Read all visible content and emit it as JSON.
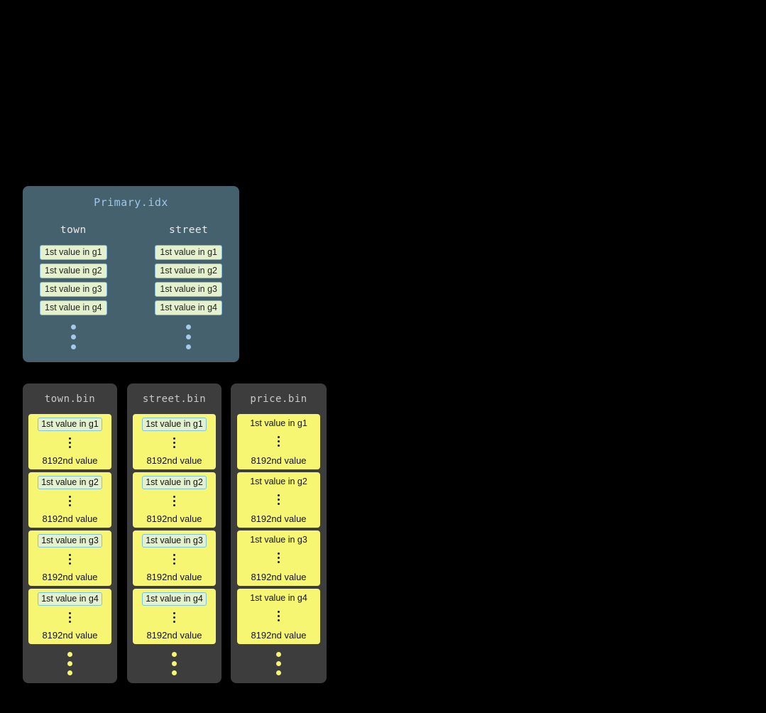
{
  "colors": {
    "background": "#000000",
    "primary_panel_bg": "#46616e",
    "primary_title": "#9dc6e8",
    "column_header": "#eaeaea",
    "value_box_bg": "#e4f1cd",
    "value_box_border": "#85b6d8",
    "primary_dots": "#a5c9e9",
    "bin_panel_bg": "#3d3d3d",
    "bin_title": "#c9c9c9",
    "granule_bg": "#f7f672",
    "granule_highlight_border": "#7ec2de",
    "granule_text": "#111111"
  },
  "primary": {
    "title": "Primary.idx",
    "columns": [
      {
        "name": "town",
        "values": [
          "1st value in g1",
          "1st value in g2",
          "1st value in g3",
          "1st value in g4"
        ]
      },
      {
        "name": "street",
        "values": [
          "1st value in g1",
          "1st value in g2",
          "1st value in g3",
          "1st value in g4"
        ]
      }
    ]
  },
  "bins": [
    {
      "title": "town.bin",
      "granules": [
        {
          "first": "1st value in g1",
          "last": "8192nd value"
        },
        {
          "first": "1st value in g2",
          "last": "8192nd value"
        },
        {
          "first": "1st value in g3",
          "last": "8192nd value"
        },
        {
          "first": "1st value in g4",
          "last": "8192nd value"
        }
      ]
    },
    {
      "title": "street.bin",
      "granules": [
        {
          "first": "1st value in g1",
          "last": "8192nd value"
        },
        {
          "first": "1st value in g2",
          "last": "8192nd value"
        },
        {
          "first": "1st value in g3",
          "last": "8192nd value"
        },
        {
          "first": "1st value in g4",
          "last": "8192nd value"
        }
      ]
    },
    {
      "title": "price.bin",
      "granules": [
        {
          "first": "1st value in g1",
          "last": "8192nd value"
        },
        {
          "first": "1st value in g2",
          "last": "8192nd value"
        },
        {
          "first": "1st value in g3",
          "last": "8192nd value"
        },
        {
          "first": "1st value in g4",
          "last": "8192nd value"
        }
      ]
    }
  ]
}
